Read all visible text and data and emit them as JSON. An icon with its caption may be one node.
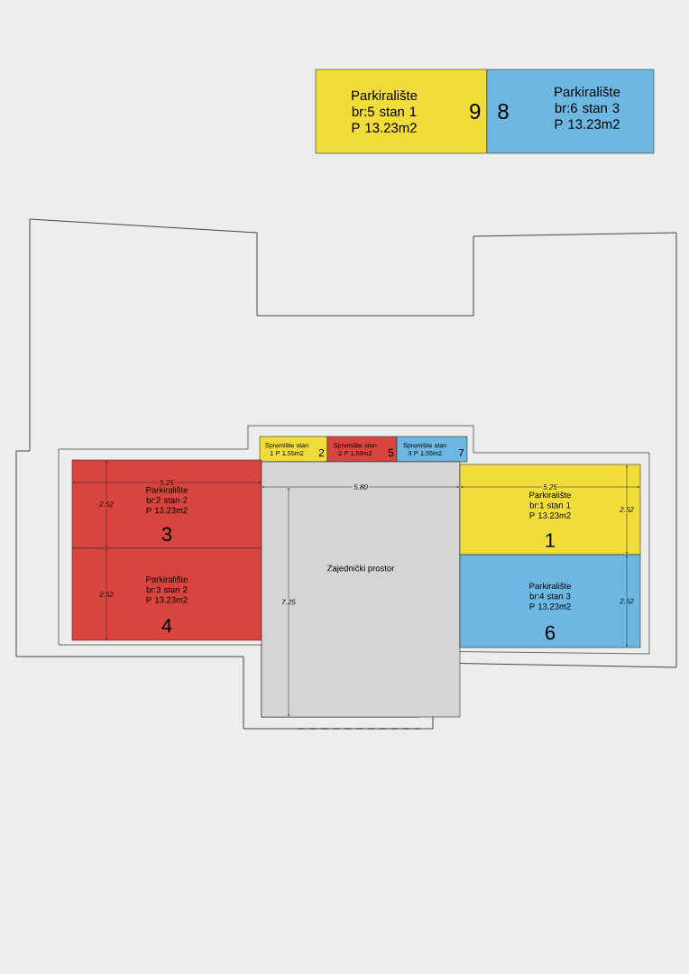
{
  "diagram": {
    "nodes": [
      {
        "text": [
          "Parkiralište br:5 stan 1 P 13.23m2",
          "9"
        ]
      },
      {
        "text": [
          "8",
          "Parkiralište br:6 stan 3 P 13.23m2"
        ]
      },
      {
        "text": [],
        "shape": "box"
      },
      {
        "text": [
          "Spremište stan 1 P 1.55m2",
          "2"
        ],
        "in": 2
      },
      {
        "text": [
          "Spremište stan 2 P 1.59m2",
          "5"
        ],
        "in": 2
      },
      {
        "text": [
          "Spremište stan 3 P 1.55m2",
          "7"
        ],
        "in": 2
      },
      {
        "text": [
          "Parkiralište br:2 stan 2 P 13.23m2",
          "3"
        ],
        "in": 2
      },
      {
        "text": [
          "Parkiralište br:3 stan 2 P 13.23m2",
          "4"
        ],
        "in": 2
      },
      {
        "text": [
          "Zajednički prostor"
        ],
        "in": 2
      },
      {
        "text": [
          "Parkiralište br:1 stan 1 P 13.23m2",
          "1"
        ],
        "in": 2
      },
      {
        "text": [
          "Parkiralište br:4 stan 3 P 13.23m2",
          "6"
        ],
        "in": 2
      }
    ],
    "labels": [
      "5.25",
      "2.52",
      "2.52",
      "5.80",
      "7.25",
      "5.25",
      "2.52",
      "2.52"
    ]
  }
}
